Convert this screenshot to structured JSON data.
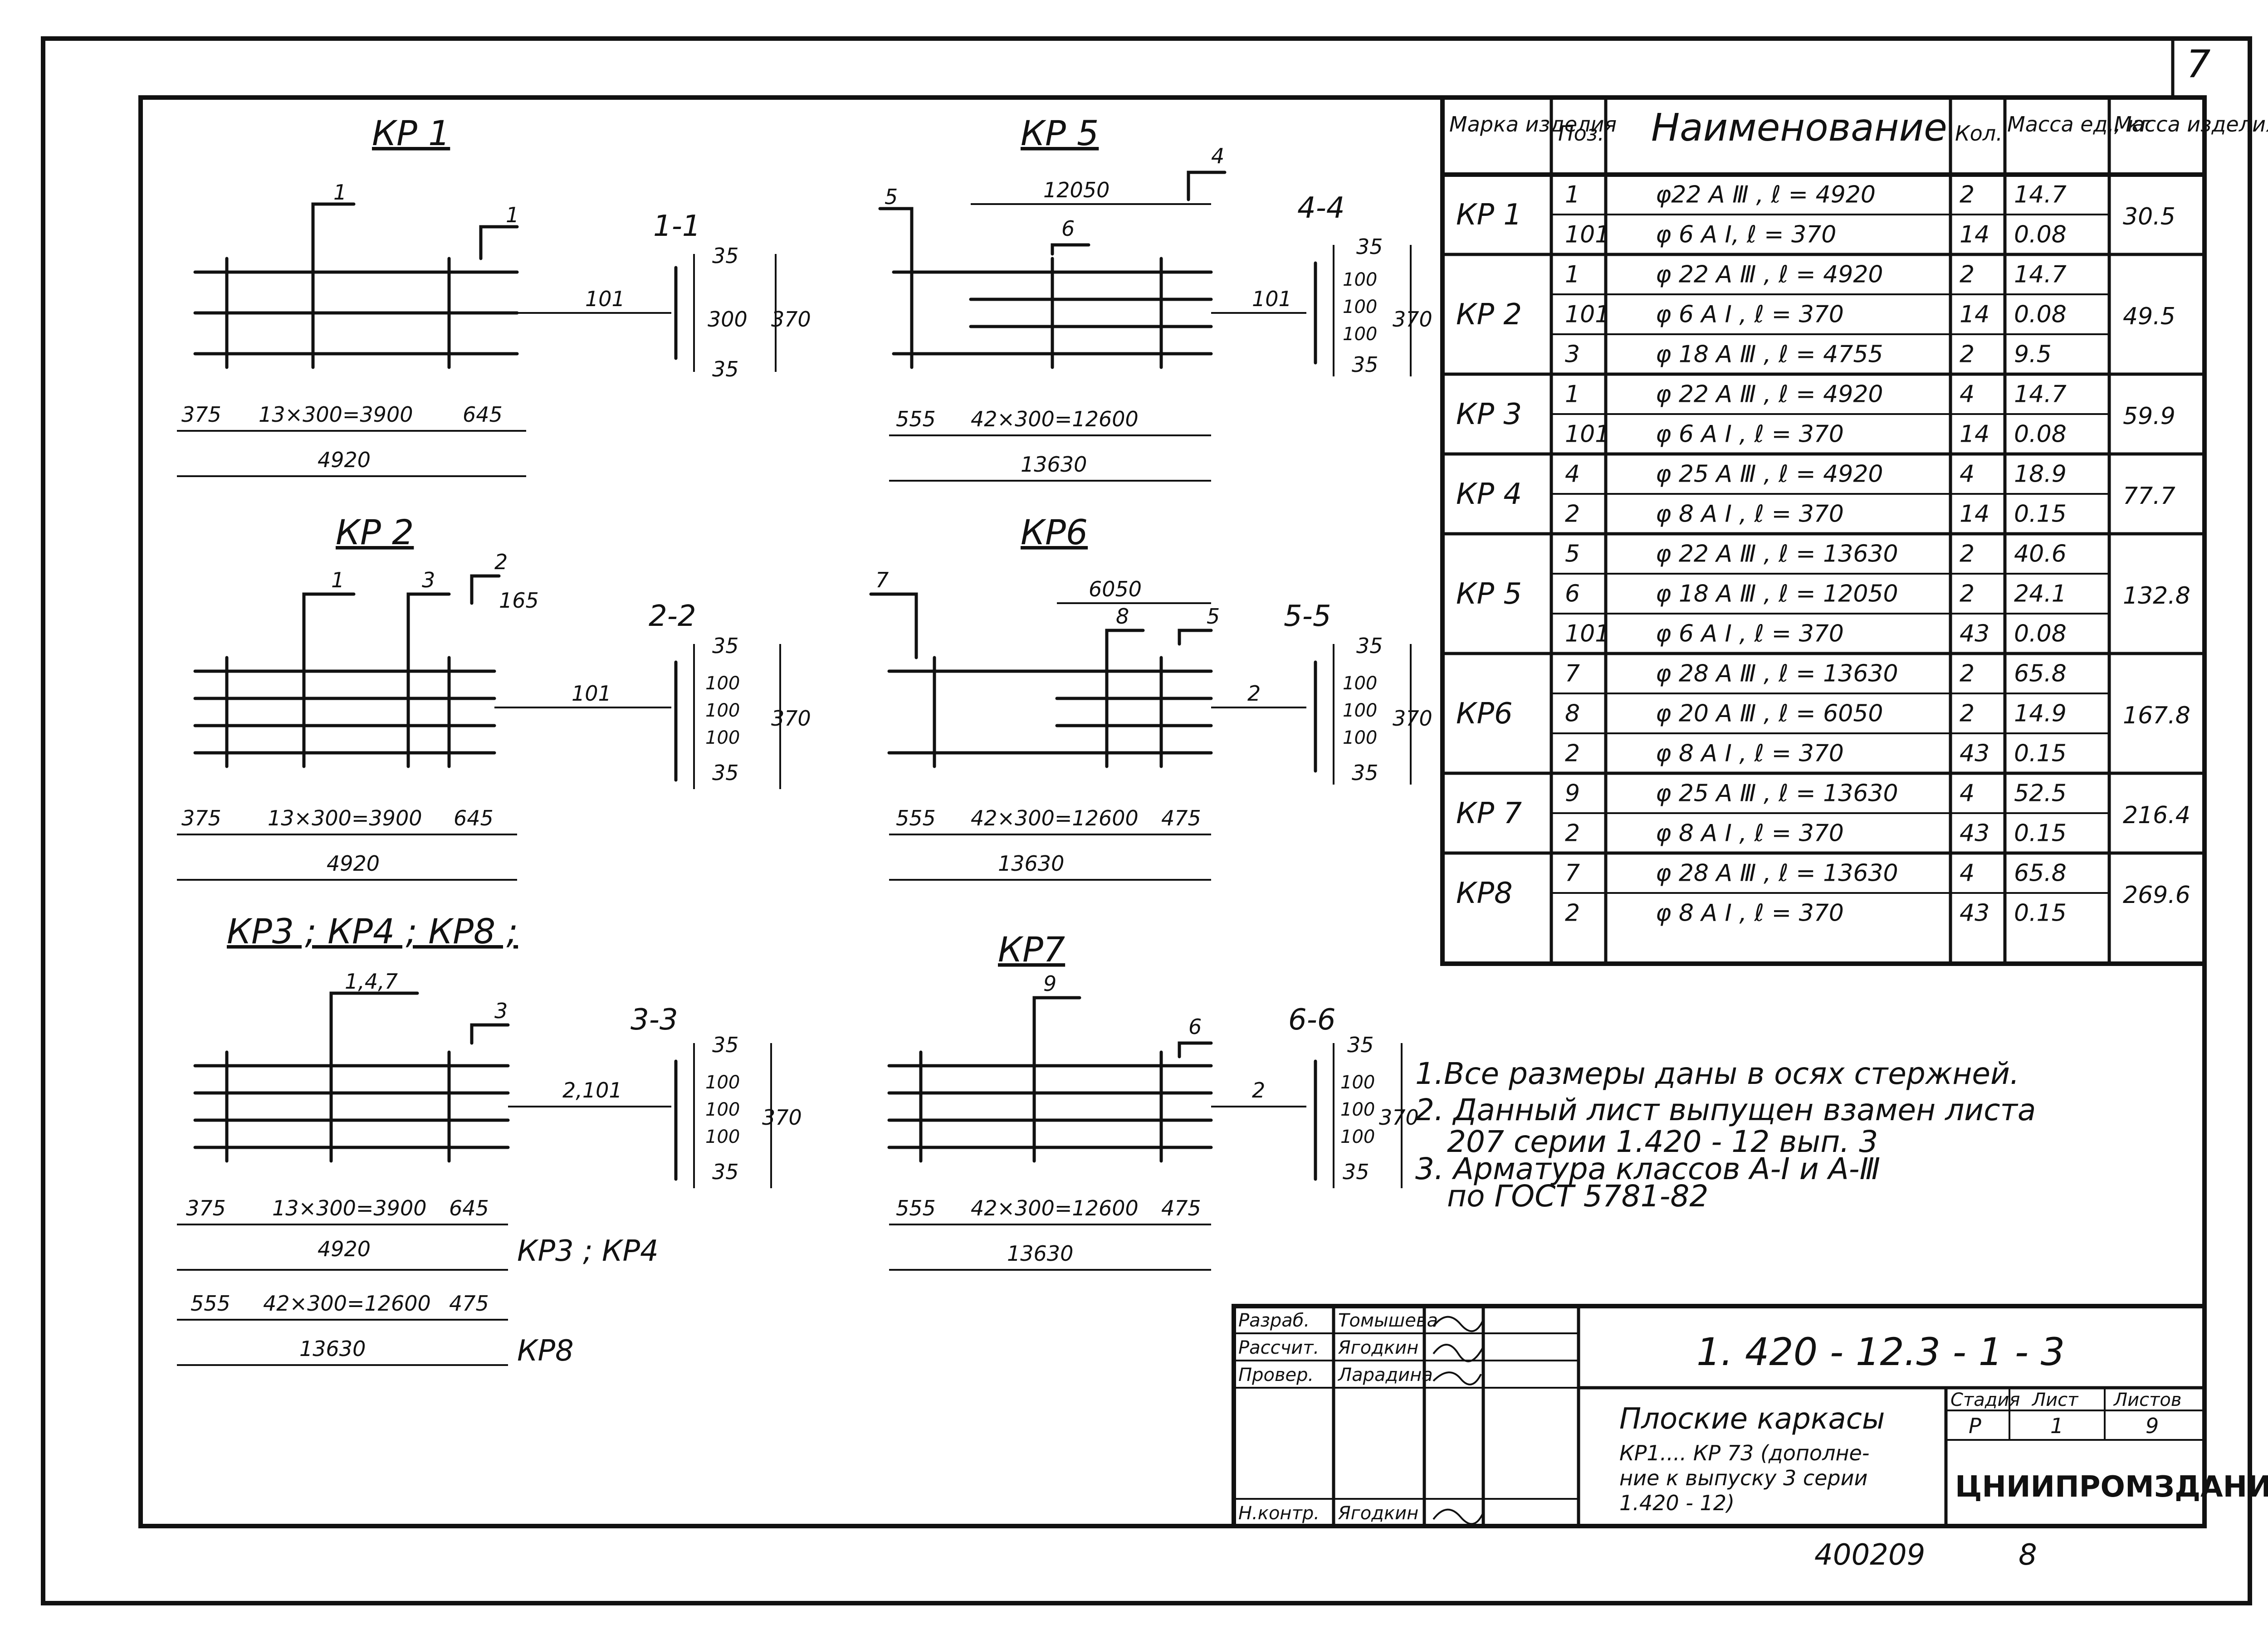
{
  "sheet_number": "7",
  "frames": [
    {
      "title": "КР 1",
      "section": "1-1",
      "marks_top": [
        "1"
      ],
      "marks_right": [
        "1"
      ],
      "bar_label": "101",
      "section_dims": [
        "35",
        "300",
        "35",
        "370"
      ],
      "dims": {
        "left": "375",
        "mid": "13×300=3900",
        "right": "645",
        "total": "4920"
      }
    },
    {
      "title": "КР 2",
      "section": "2-2",
      "marks_top": [
        "1",
        "3"
      ],
      "marks_right": [
        "2",
        "165"
      ],
      "bar_label": "101",
      "section_dims": [
        "35",
        "100",
        "100",
        "100",
        "35",
        "370"
      ],
      "dims": {
        "left": "375",
        "mid": "13×300=3900",
        "right": "645",
        "total": "4920"
      }
    },
    {
      "title": "КР3 ; КР4 ; КР8 ;",
      "section": "3-3",
      "marks_top": [
        "1,4,7"
      ],
      "marks_right": [
        "3"
      ],
      "bar_label": "2,101",
      "section_dims": [
        "35",
        "100",
        "100",
        "100",
        "35",
        "370"
      ],
      "dims": {
        "left": "375",
        "mid": "13×300=3900",
        "right": "645",
        "total": "4920",
        "tag": "КР3 ; КР4",
        "left2": "555",
        "mid2": "42×300=12600",
        "right2": "475",
        "total2": "13630",
        "tag2": "КР8"
      }
    },
    {
      "title": "КР 5",
      "section": "4-4",
      "marks_top": [
        "5",
        "6"
      ],
      "marks_right": [
        "4"
      ],
      "bar_label": "101",
      "top_dim": "12050",
      "section_dims": [
        "35",
        "100",
        "100",
        "100",
        "35",
        "370"
      ],
      "dims": {
        "left": "555",
        "mid": "42×300=12600",
        "total": "13630"
      }
    },
    {
      "title": "КР6",
      "section": "5-5",
      "marks_top": [
        "7",
        "8"
      ],
      "marks_right": [
        "5"
      ],
      "bar_label": "2",
      "top_dim": "6050",
      "section_dims": [
        "35",
        "100",
        "100",
        "100",
        "35",
        "370"
      ],
      "dims": {
        "left": "555",
        "mid": "42×300=12600",
        "right": "475",
        "total": "13630"
      }
    },
    {
      "title": "КР7",
      "section": "6-6",
      "marks_top": [
        "9"
      ],
      "marks_right": [
        "6"
      ],
      "bar_label": "2",
      "section_dims": [
        "35",
        "100",
        "100",
        "100",
        "35",
        "370"
      ],
      "dims": {
        "left": "555",
        "mid": "42×300=12600",
        "right": "475",
        "total": "13630"
      }
    }
  ],
  "spec_table": {
    "headers": [
      "Марка изделия",
      "Поз.",
      "Наименование",
      "Кол.",
      "Масса ед., кг",
      "Масса изделия кг"
    ],
    "groups": [
      {
        "mark": "КР 1",
        "mass": "30.5",
        "rows": [
          {
            "pos": "1",
            "name": "φ22 А Ⅲ , ℓ = 4920",
            "qty": "2",
            "unit": "14.7"
          },
          {
            "pos": "101",
            "name": "φ 6 А Ⅰ,  ℓ = 370",
            "qty": "14",
            "unit": "0.08"
          }
        ]
      },
      {
        "mark": "КР 2",
        "mass": "49.5",
        "rows": [
          {
            "pos": "1",
            "name": "φ 22 А Ⅲ , ℓ = 4920",
            "qty": "2",
            "unit": "14.7"
          },
          {
            "pos": "101",
            "name": "φ 6 А Ⅰ , ℓ = 370",
            "qty": "14",
            "unit": "0.08"
          },
          {
            "pos": "3",
            "name": "φ 18 А Ⅲ , ℓ = 4755",
            "qty": "2",
            "unit": "9.5"
          }
        ]
      },
      {
        "mark": "КР 3",
        "mass": "59.9",
        "rows": [
          {
            "pos": "1",
            "name": "φ 22 А Ⅲ , ℓ = 4920",
            "qty": "4",
            "unit": "14.7"
          },
          {
            "pos": "101",
            "name": "φ 6 А Ⅰ , ℓ = 370",
            "qty": "14",
            "unit": "0.08"
          }
        ]
      },
      {
        "mark": "КР 4",
        "mass": "77.7",
        "rows": [
          {
            "pos": "4",
            "name": "φ 25 А Ⅲ , ℓ = 4920",
            "qty": "4",
            "unit": "18.9"
          },
          {
            "pos": "2",
            "name": "φ 8 А Ⅰ , ℓ = 370",
            "qty": "14",
            "unit": "0.15"
          }
        ]
      },
      {
        "mark": "КР 5",
        "mass": "132.8",
        "rows": [
          {
            "pos": "5",
            "name": "φ 22 А Ⅲ , ℓ = 13630",
            "qty": "2",
            "unit": "40.6"
          },
          {
            "pos": "6",
            "name": "φ 18 А Ⅲ , ℓ = 12050",
            "qty": "2",
            "unit": "24.1"
          },
          {
            "pos": "101",
            "name": "φ 6 А Ⅰ , ℓ = 370",
            "qty": "43",
            "unit": "0.08"
          }
        ]
      },
      {
        "mark": "КР6",
        "mass": "167.8",
        "rows": [
          {
            "pos": "7",
            "name": "φ 28 А Ⅲ , ℓ = 13630",
            "qty": "2",
            "unit": "65.8"
          },
          {
            "pos": "8",
            "name": "φ 20 А Ⅲ , ℓ = 6050",
            "qty": "2",
            "unit": "14.9"
          },
          {
            "pos": "2",
            "name": "φ 8  А Ⅰ ,  ℓ = 370",
            "qty": "43",
            "unit": "0.15"
          }
        ]
      },
      {
        "mark": "КР 7",
        "mass": "216.4",
        "rows": [
          {
            "pos": "9",
            "name": "φ 25 А Ⅲ , ℓ = 13630",
            "qty": "4",
            "unit": "52.5"
          },
          {
            "pos": "2",
            "name": "φ 8 А Ⅰ , ℓ = 370",
            "qty": "43",
            "unit": "0.15"
          }
        ]
      },
      {
        "mark": "КР8",
        "mass": "269.6",
        "rows": [
          {
            "pos": "7",
            "name": "φ 28 А Ⅲ , ℓ = 13630",
            "qty": "4",
            "unit": "65.8"
          },
          {
            "pos": "2",
            "name": "φ 8 А Ⅰ ,  ℓ = 370",
            "qty": "43",
            "unit": "0.15"
          }
        ]
      }
    ]
  },
  "notes": [
    "1.Все размеры даны в осях стержней.",
    "2. Данный лист выпущен взамен листа",
    "207 серии 1.420 - 12 вып. 3",
    "3. Арматура классов А-Ⅰ и А-Ⅲ",
    "по ГОСТ 5781-82"
  ],
  "title_block": {
    "roles": [
      "Разраб.",
      "Рассчит.",
      "Провер.",
      "Н.контр."
    ],
    "names": [
      "Томышева",
      "Ягодкин",
      "Ларадина",
      "Ягодкин"
    ],
    "document_code": "1. 420 - 12.3 - 1 - 3",
    "description": [
      "Плоские каркасы",
      "КР1.... КР 73 (дополне-",
      "ние к выпуску 3 серии",
      "1.420 - 12)"
    ],
    "stage_headers": [
      "Стадия",
      "Лист",
      "Листов"
    ],
    "stage_values": [
      "Р",
      "1",
      "9"
    ],
    "organization": "ЦНИИПРОМЗДАНИЙ"
  },
  "archive_number": "400209",
  "archive_suffix": "8"
}
